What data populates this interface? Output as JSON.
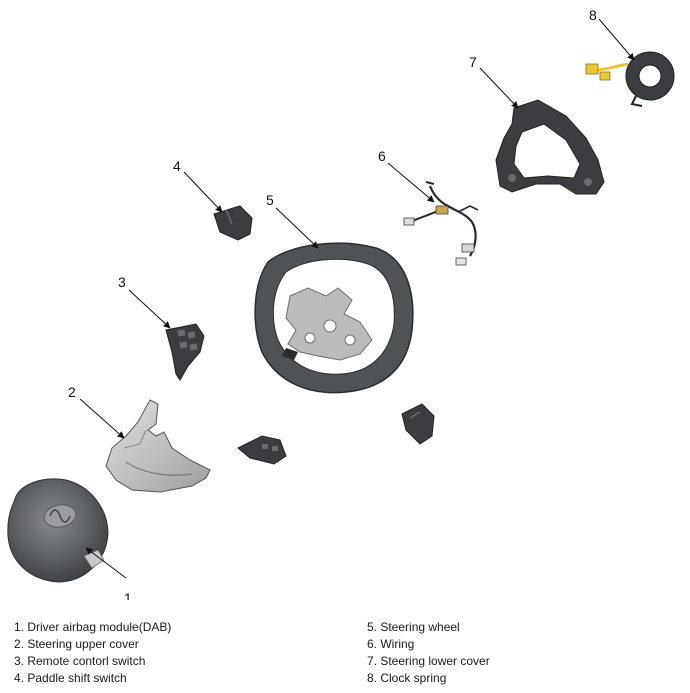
{
  "callouts": [
    "1",
    "2",
    "3",
    "4",
    "5",
    "6",
    "7",
    "8"
  ],
  "legend": {
    "left": [
      "1. Driver airbag module(DAB)",
      "2. Steering upper cover",
      "3. Remote contorl switch",
      "4. Paddle shift switch"
    ],
    "right": [
      "5. Steering wheel",
      "6. Wiring",
      "7. Steering lower cover",
      "8. Clock spring"
    ]
  },
  "colors": {
    "part_dark": "#3b3d40",
    "part_mid": "#5a5d61",
    "part_light": "#c9cacb",
    "metal": "#b9bbbd",
    "clock_spring_yellow": "#e9c632",
    "line": "#111111"
  }
}
